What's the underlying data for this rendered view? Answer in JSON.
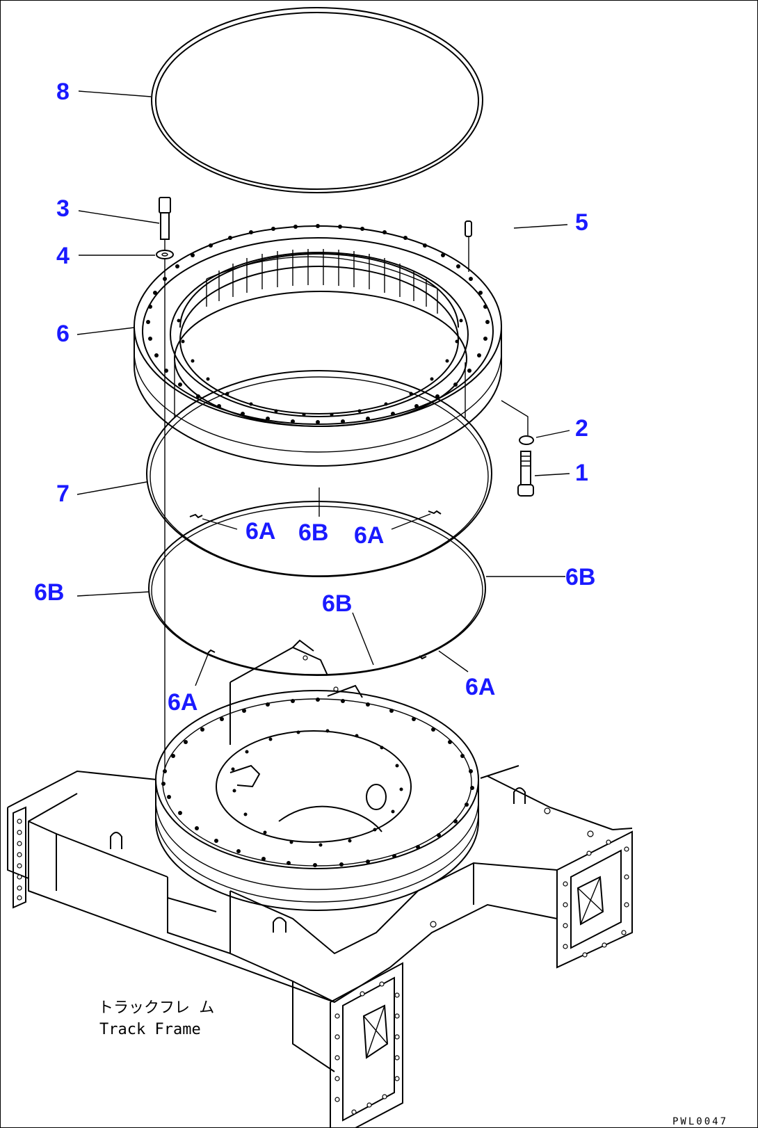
{
  "callouts": {
    "c8": "8",
    "c3": "3",
    "c4": "4",
    "c5": "5",
    "c6": "6",
    "c2": "2",
    "c1": "1",
    "c7": "7",
    "c6a_1": "6A",
    "c6b_1": "6B",
    "c6a_2": "6A",
    "c6b_left": "6B",
    "c6b_right": "6B",
    "c6b_center": "6B",
    "c6a_right": "6A",
    "c6a_left": "6A"
  },
  "caption": {
    "line1": "トラックフレ ム",
    "line2": "Track Frame"
  },
  "drawing_code": "PWL0047",
  "colors": {
    "callout": "#1a1aff",
    "line": "#000000",
    "background": "#ffffff"
  }
}
